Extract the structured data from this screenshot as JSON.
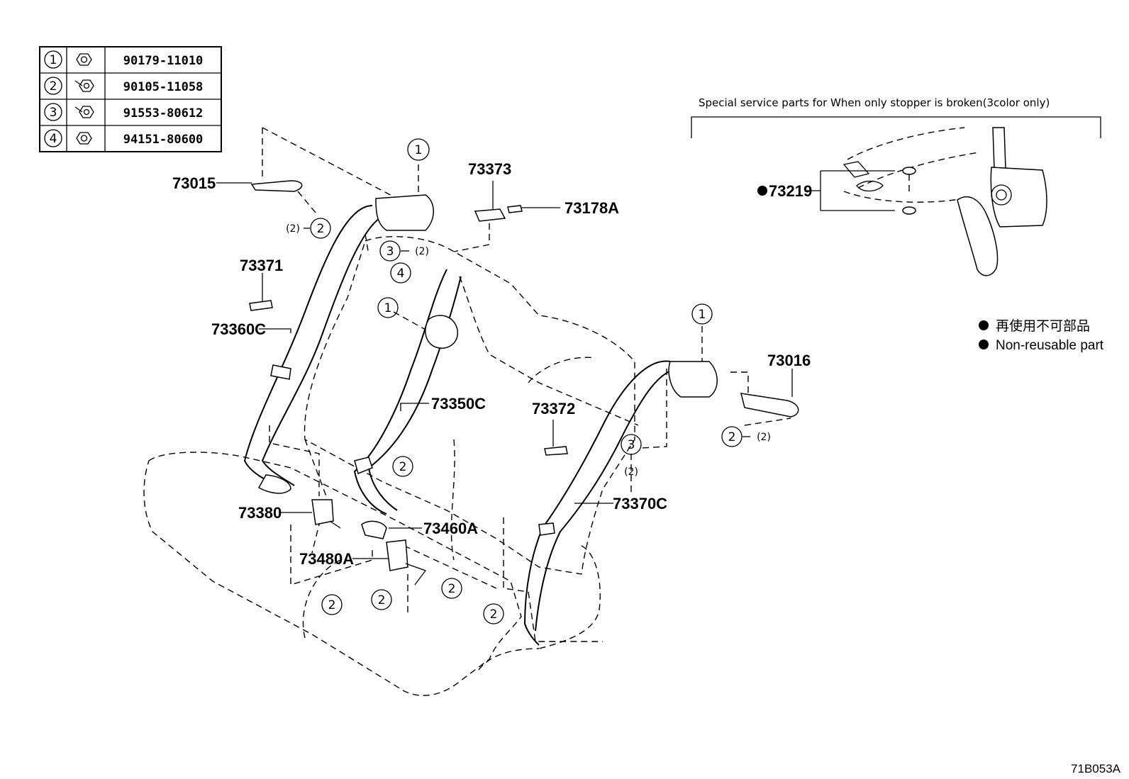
{
  "fastener_table": [
    {
      "index": "1",
      "icon": "nut-icon",
      "part_no": "90179-11010"
    },
    {
      "index": "2",
      "icon": "bolt-icon",
      "part_no": "90105-11058"
    },
    {
      "index": "3",
      "icon": "bolt-icon",
      "part_no": "91553-80612"
    },
    {
      "index": "4",
      "icon": "nut-icon",
      "part_no": "94151-80600"
    }
  ],
  "parts": {
    "p73015": "73015",
    "p73373": "73373",
    "p73178A": "73178A",
    "p73371": "73371",
    "p73360C": "73360C",
    "p73350C": "73350C",
    "p73372": "73372",
    "p73380": "73380",
    "p73460A": "73460A",
    "p73480A": "73480A",
    "p73370C": "73370C",
    "p73016": "73016",
    "p73219": "73219"
  },
  "callouts": {
    "c1": "1",
    "c2": "2",
    "c3": "3",
    "c4": "4"
  },
  "quantity": "(2)",
  "special_note": "Special service parts for When only stopper is broken(3color only)",
  "legend": {
    "symbol": "●",
    "japanese": "再使用不可部品",
    "english": "Non-reusable part"
  },
  "diagram_code": "71B053A",
  "colors": {
    "ink": "#000000",
    "paper": "#ffffff"
  }
}
